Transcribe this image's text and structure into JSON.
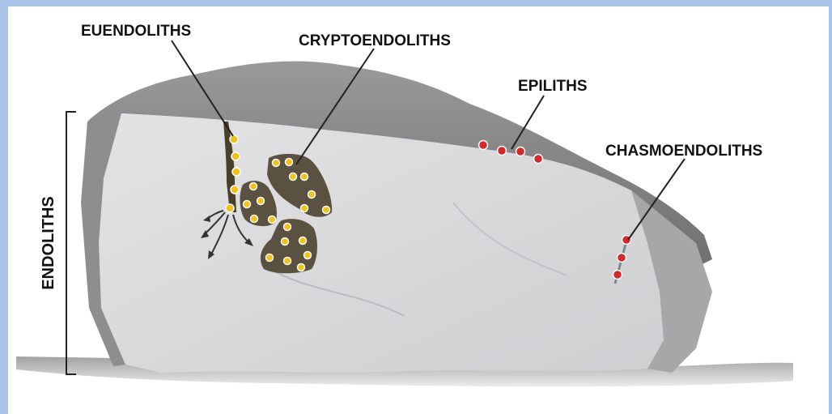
{
  "labels": {
    "euendoliths": "EUENDOLITHS",
    "cryptoendoliths": "CRYPTOENDOLITHS",
    "epiliths": "EPILITHS",
    "chasmoendoliths": "CHASMOENDOLITHS",
    "endoliths": "ENDOLITHS"
  },
  "colors": {
    "cell_yellow": "#f2c21b",
    "cell_red": "#d42a2a",
    "rock_face": "#d9d9db",
    "rock_top": "#8a8a8a",
    "frame": "#a9c4e8"
  }
}
